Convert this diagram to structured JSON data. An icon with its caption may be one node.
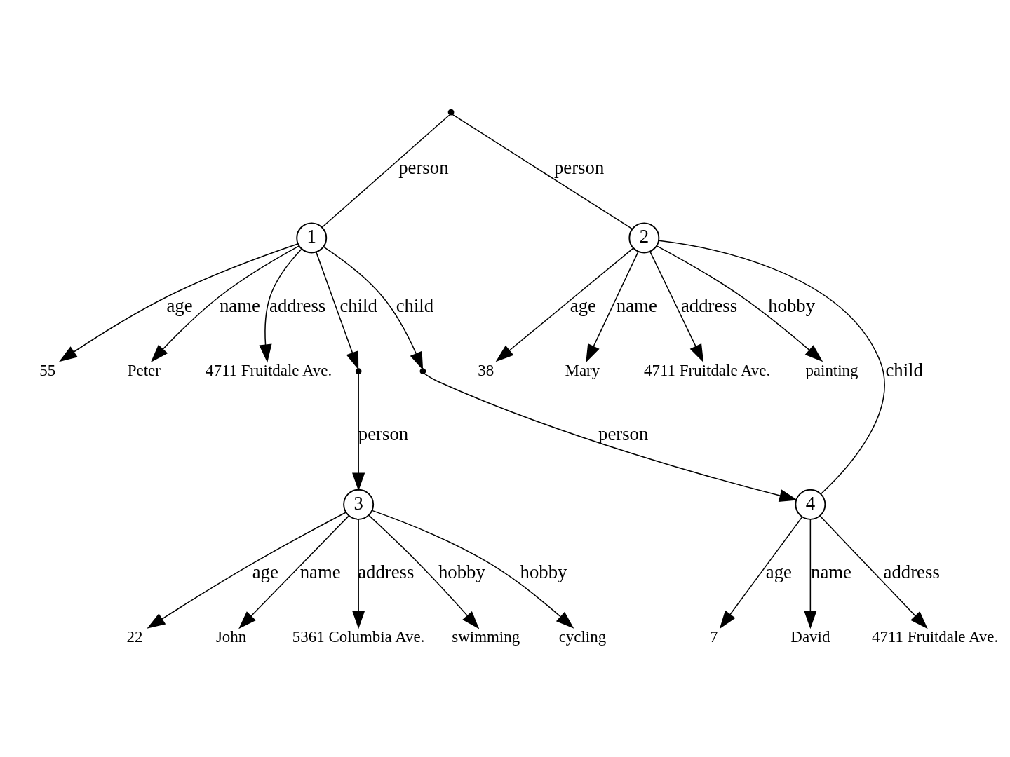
{
  "diagram": {
    "nodes": [
      {
        "text": [],
        "shape": "point"
      },
      {
        "text": [
          "1"
        ]
      },
      {
        "text": [
          "2"
        ]
      },
      {
        "text": [
          "55"
        ]
      },
      {
        "text": [
          "Peter"
        ]
      },
      {
        "text": [
          "4711 Fruitdale Ave."
        ]
      },
      {
        "text": [],
        "shape": "point"
      },
      {
        "text": [],
        "shape": "point"
      },
      {
        "text": [
          "38"
        ]
      },
      {
        "text": [
          "Mary"
        ]
      },
      {
        "text": [
          "4711 Fruitdale Ave."
        ]
      },
      {
        "text": [
          "painting"
        ]
      },
      {
        "text": [
          "3"
        ]
      },
      {
        "text": [
          "4"
        ]
      },
      {
        "text": [
          "22"
        ]
      },
      {
        "text": [
          "John"
        ]
      },
      {
        "text": [
          "5361 Columbia Ave."
        ]
      },
      {
        "text": [
          "swimming"
        ]
      },
      {
        "text": [
          "cycling"
        ]
      },
      {
        "text": [
          "7"
        ]
      },
      {
        "text": [
          "David"
        ]
      },
      {
        "text": [
          "4711 Fruitdale Ave."
        ]
      }
    ],
    "edges": [
      {
        "from": 0,
        "to": 1,
        "arrow": "none",
        "label": "person"
      },
      {
        "from": 0,
        "to": 2,
        "arrow": "none",
        "label": "person"
      },
      {
        "from": 1,
        "to": 3,
        "arrow": "to",
        "label": "age"
      },
      {
        "from": 1,
        "to": 4,
        "arrow": "to",
        "label": "name"
      },
      {
        "from": 1,
        "to": 5,
        "arrow": "to",
        "label": "address"
      },
      {
        "from": 1,
        "to": 6,
        "arrow": "to",
        "label": "child"
      },
      {
        "from": 1,
        "to": 7,
        "arrow": "to",
        "label": "child"
      },
      {
        "from": 2,
        "to": 8,
        "arrow": "to",
        "label": "age"
      },
      {
        "from": 2,
        "to": 9,
        "arrow": "to",
        "label": "name"
      },
      {
        "from": 2,
        "to": 10,
        "arrow": "to",
        "label": "address"
      },
      {
        "from": 2,
        "to": 13,
        "arrow": "none",
        "label": "child"
      },
      {
        "from": 2,
        "to": 11,
        "arrow": "to",
        "label": "hobby"
      },
      {
        "from": 6,
        "to": 12,
        "arrow": "to",
        "label": "person"
      },
      {
        "from": 7,
        "to": 13,
        "arrow": "to",
        "label": "person"
      },
      {
        "from": 12,
        "to": 14,
        "arrow": "to",
        "label": "age"
      },
      {
        "from": 12,
        "to": 15,
        "arrow": "to",
        "label": "name"
      },
      {
        "from": 12,
        "to": 16,
        "arrow": "to",
        "label": "address"
      },
      {
        "from": 12,
        "to": 17,
        "arrow": "to",
        "label": "hobby"
      },
      {
        "from": 12,
        "to": 18,
        "arrow": "to",
        "label": "hobby"
      },
      {
        "from": 13,
        "to": 19,
        "arrow": "to",
        "label": "age"
      },
      {
        "from": 13,
        "to": 20,
        "arrow": "to",
        "label": "name"
      },
      {
        "from": 13,
        "to": 21,
        "arrow": "to",
        "label": "address"
      }
    ]
  }
}
